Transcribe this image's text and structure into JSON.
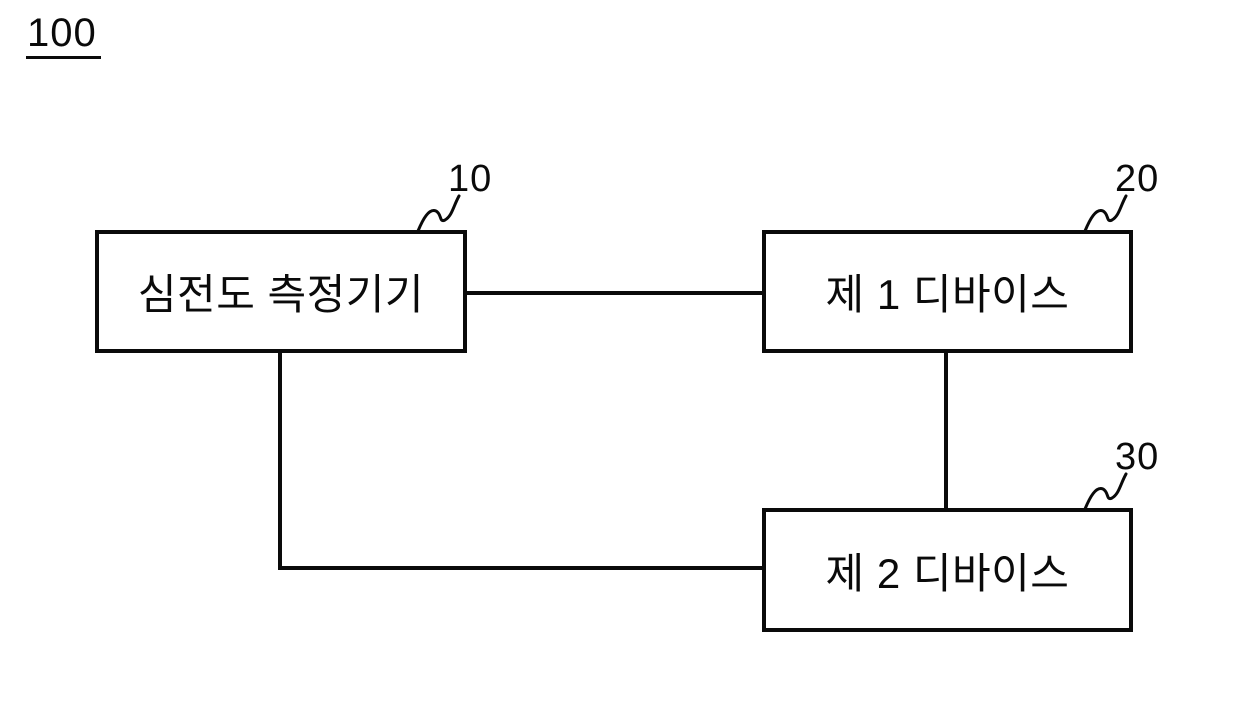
{
  "figure": {
    "reference_label": "100",
    "nodes": [
      {
        "id": "ecg-measuring-device",
        "label": "심전도 측정기기",
        "ref": "10"
      },
      {
        "id": "first-device",
        "label": "제 1 디바이스",
        "ref": "20"
      },
      {
        "id": "second-device",
        "label": "제 2 디바이스",
        "ref": "30"
      }
    ],
    "connections": [
      {
        "from": "ecg-measuring-device",
        "to": "first-device",
        "style": "straight-horizontal"
      },
      {
        "from": "first-device",
        "to": "second-device",
        "style": "straight-vertical"
      },
      {
        "from": "ecg-measuring-device",
        "to": "second-device",
        "style": "elbow-down-right"
      }
    ],
    "colors": {
      "line": "#0a0a0a",
      "text": "#0a0a0a",
      "background": "#ffffff"
    }
  }
}
